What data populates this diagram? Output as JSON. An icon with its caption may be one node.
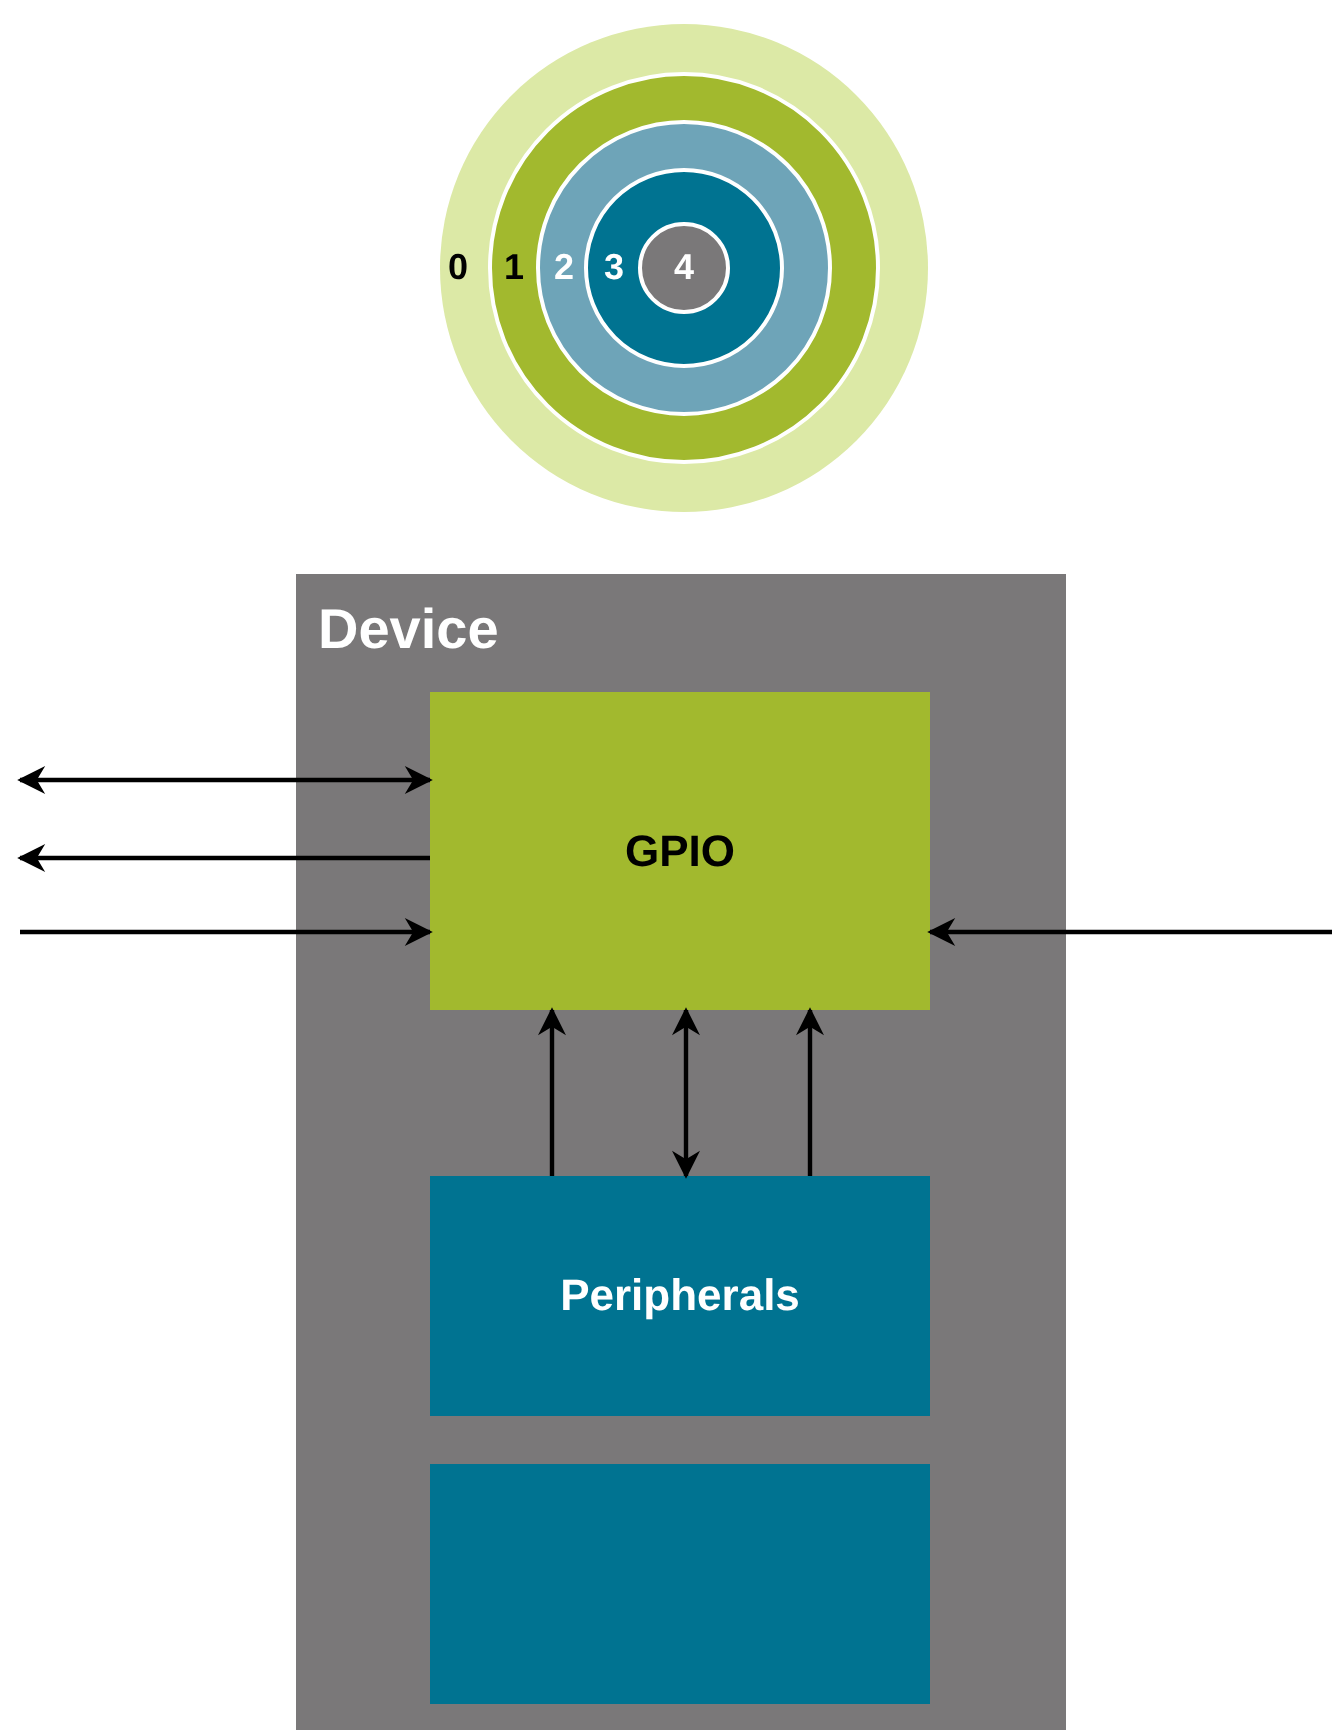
{
  "diagram": {
    "nodes": [
      {
        "text": [
          "0"
        ]
      },
      {
        "text": [
          "1"
        ],
        "in": 0
      },
      {
        "text": [
          "2"
        ],
        "in": 1
      },
      {
        "text": [
          "3"
        ],
        "in": 2
      },
      {
        "text": [
          "4"
        ],
        "in": 3
      },
      {
        "text": [
          "Device"
        ]
      },
      {
        "text": [
          "GPIO"
        ],
        "in": 5
      },
      {
        "text": [
          "Peripherals"
        ],
        "in": 5
      },
      {
        "text": [],
        "shape": "box",
        "in": 5
      }
    ],
    "edges": [
      {
        "from": null,
        "to": 6,
        "arrow": "both"
      },
      {
        "from": 6,
        "to": null,
        "arrow": "to"
      },
      {
        "from": null,
        "to": 6,
        "arrow": "to"
      },
      {
        "from": null,
        "to": 6,
        "arrow": "to"
      },
      {
        "from": 7,
        "to": 6,
        "arrow": "to"
      },
      {
        "from": 7,
        "to": 6,
        "arrow": "both"
      },
      {
        "from": 7,
        "to": 6,
        "arrow": "to"
      }
    ]
  }
}
